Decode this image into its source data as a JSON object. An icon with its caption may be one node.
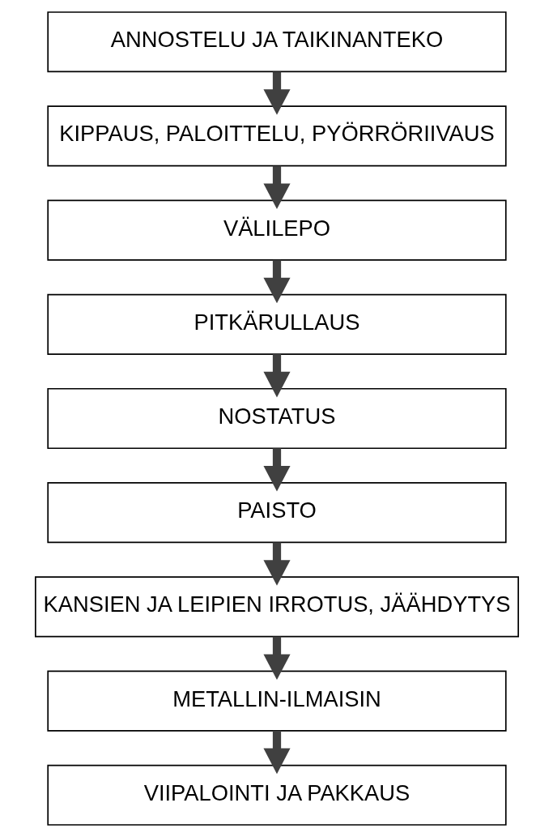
{
  "diagram": {
    "nodes": [
      {
        "text": [
          "ANNOSTELU JA TAIKINANTEKO"
        ]
      },
      {
        "text": [
          "KIPPAUS, PALOITTELU, PYÖRRÖRIIVAUS"
        ]
      },
      {
        "text": [
          "VÄLILEPO"
        ]
      },
      {
        "text": [
          "PITKÄRULLAUS"
        ]
      },
      {
        "text": [
          "NOSTATUS"
        ]
      },
      {
        "text": [
          "PAISTO"
        ]
      },
      {
        "text": [
          "KANSIEN JA LEIPIEN IRROTUS, JÄÄHDYTYS"
        ]
      },
      {
        "text": [
          "METALLIN-ILMAISIN"
        ]
      },
      {
        "text": [
          "VIIPALOINTI JA PAKKAUS"
        ]
      }
    ],
    "edges": [
      {
        "from": 0,
        "to": 1,
        "arrow": "to"
      },
      {
        "from": 1,
        "to": 2,
        "arrow": "to"
      },
      {
        "from": 2,
        "to": 3,
        "arrow": "to"
      },
      {
        "from": 3,
        "to": 4,
        "arrow": "to"
      },
      {
        "from": 4,
        "to": 5,
        "arrow": "to"
      },
      {
        "from": 5,
        "to": 6,
        "arrow": "to"
      },
      {
        "from": 6,
        "to": 7,
        "arrow": "to"
      },
      {
        "from": 7,
        "to": 8,
        "arrow": "to"
      }
    ]
  }
}
